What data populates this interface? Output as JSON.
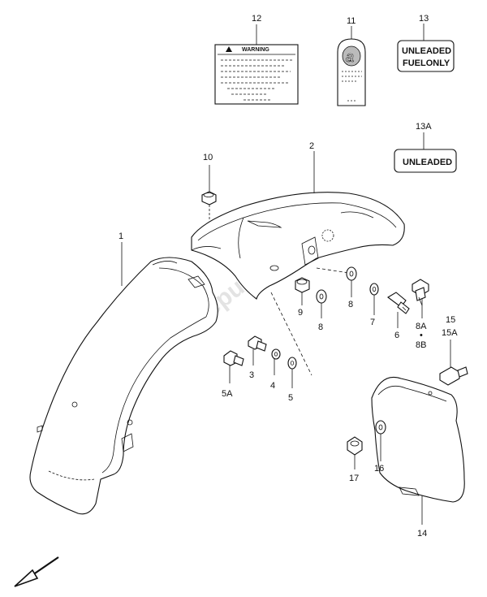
{
  "callouts": {
    "c1": "1",
    "c2": "2",
    "c3": "3",
    "c4": "4",
    "c5": "5",
    "c5a": "5A",
    "c6": "6",
    "c7": "7",
    "c8a": "8",
    "c8b": "8",
    "c8a_alt": "8A",
    "c8b_alt": "8B",
    "c9": "9",
    "c10": "10",
    "c11": "11",
    "c12": "12",
    "c13": "13",
    "c13a": "13A",
    "c14": "14",
    "c15": "15",
    "c15a": "15A",
    "c16": "16",
    "c17": "17",
    "bullet": "•"
  },
  "labels": {
    "warning": "WARNING",
    "unleaded_line1": "UNLEADED",
    "unleaded_line2": "FUELONLY",
    "unleaded_13a": "UNLEADED",
    "tag_letter": "a"
  },
  "watermark": "PartsRepublik",
  "icons": {
    "direction": "front-direction-arrow-icon"
  },
  "colors": {
    "ink": "#111111",
    "watermark": "#d8d8d8"
  }
}
